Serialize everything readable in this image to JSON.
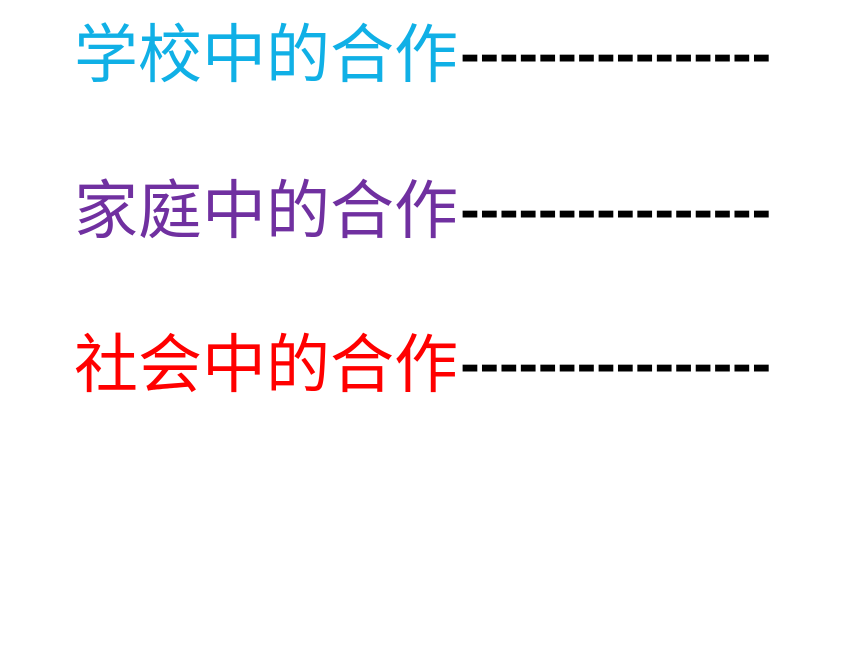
{
  "lines": [
    {
      "label": "学校中的合作",
      "dashes": "----------------",
      "color": "#10b0e6"
    },
    {
      "label": "家庭中的合作",
      "dashes": "----------------",
      "color": "#7030a0"
    },
    {
      "label": "社会中的合作",
      "dashes": "----------------",
      "color": "#ff0000"
    }
  ]
}
